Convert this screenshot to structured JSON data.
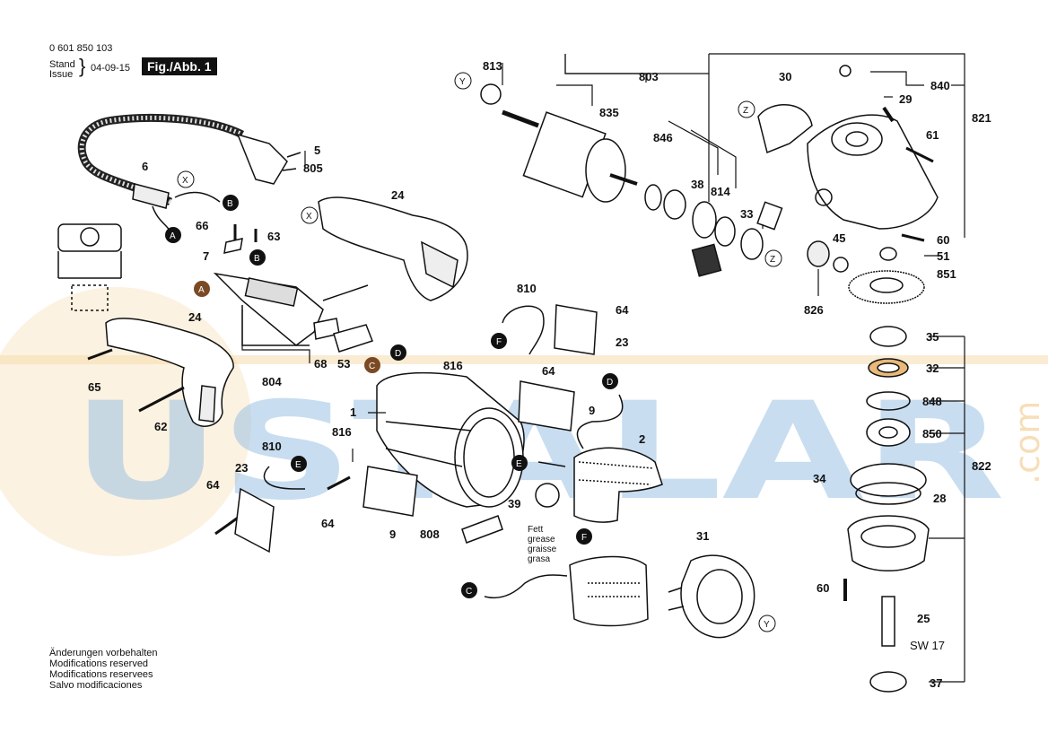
{
  "header": {
    "part_number": "0 601 850 103",
    "stand": "Stand",
    "issue": "Issue",
    "date": "04-09-15",
    "figure": "Fig./Abb. 1"
  },
  "watermark": {
    "main": "USTALAR",
    "side": ".com"
  },
  "notes": [
    "Änderungen vorbehalten",
    "Modifications reserved",
    "Modifications reservees",
    "Salvo modificaciones"
  ],
  "grease_note": [
    "Fett",
    "grease",
    "graisse",
    "grasa"
  ],
  "bubbles": {
    "A": "A",
    "B": "B",
    "C": "C",
    "D": "D",
    "E": "E",
    "F": "F",
    "X": "X",
    "Y": "Y",
    "Z": "Z"
  },
  "callouts": {
    "p813": "813",
    "p803": "803",
    "p835": "835",
    "p846": "846",
    "p38": "38",
    "p814": "814",
    "p33": "33",
    "p30": "30",
    "p840": "840",
    "p29": "29",
    "p821": "821",
    "p61": "61",
    "p45": "45",
    "p60a": "60",
    "p51": "51",
    "p851": "851",
    "p826": "826",
    "p5": "5",
    "p805": "805",
    "p6": "6",
    "p24a": "24",
    "p66": "66",
    "p63": "63",
    "p7": "7",
    "p24b": "24",
    "p65": "65",
    "p62": "62",
    "p804": "804",
    "p68": "68",
    "p53": "53",
    "p810a": "810",
    "p64a": "64",
    "p23a": "23",
    "p816a": "816",
    "p64b": "64",
    "p1": "1",
    "p9a": "9",
    "p2": "2",
    "p816b": "816",
    "p810b": "810",
    "p23b": "23",
    "p64c": "64",
    "p64d": "64",
    "p39": "39",
    "p9b": "9",
    "p808": "808",
    "p31": "31",
    "p35": "35",
    "p32": "32",
    "p848": "848",
    "p850": "850",
    "p34": "34",
    "p28": "28",
    "p822": "822",
    "p60b": "60",
    "p25": "25",
    "psw": "SW 17",
    "p37": "37"
  },
  "colors": {
    "ink": "#111111",
    "watermark_blue": "#9cc2e4",
    "watermark_orange": "#f3c98a"
  }
}
